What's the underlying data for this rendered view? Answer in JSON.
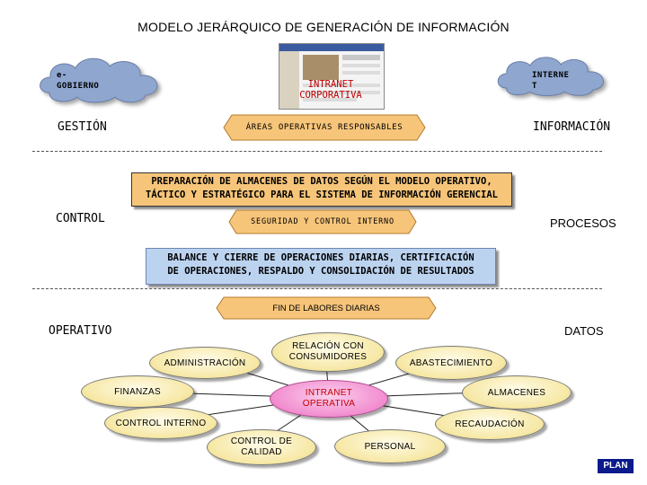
{
  "title": "MODELO JERÁRQUICO DE GENERACIÓN DE INFORMACIÓN",
  "top": {
    "cloud_left": "e-\nGOBIERNO",
    "cloud_right": "INTERNE\nT",
    "intranet_corporativa": "INTRANET\nCORPORATIVA",
    "gestion": "GESTIÓN",
    "informacion": "INFORMACIÓN",
    "areas": "ÁREAS OPERATIVAS RESPONSABLES"
  },
  "middle": {
    "preparacion": "PREPARACIÓN DE ALMACENES DE DATOS SEGÚN EL MODELO OPERATIVO,\nTÁCTICO Y ESTRATÉGICO PARA EL SISTEMA DE INFORMACIÓN GERENCIAL",
    "control": "CONTROL",
    "seguridad": "SEGURIDAD Y CONTROL INTERNO",
    "procesos": "PROCESOS",
    "balance": "BALANCE Y CIERRE DE OPERACIONES DIARIAS, CERTIFICACIÓN\nDE OPERACIONES, RESPALDO Y CONSOLIDACIÓN DE RESULTADOS"
  },
  "bottom": {
    "fin": "FIN DE LABORES DIARIAS",
    "operativo": "OPERATIVO",
    "datos": "DATOS",
    "center": "INTRANET\nOPERATIVA",
    "nodes": {
      "administracion": "ADMINISTRACIÓN",
      "relacion": "RELACIÓN CON\nCONSUMIDORES",
      "abastecimiento": "ABASTECIMIENTO",
      "finanzas": "FINANZAS",
      "almacenes": "ALMACENES",
      "control_interno": "CONTROL INTERNO",
      "recaudacion": "RECAUDACIÓN",
      "control_calidad": "CONTROL DE\nCALIDAD",
      "personal": "PERSONAL"
    }
  },
  "plan_button": "PLAN",
  "colors": {
    "cloud": "#8fa6cf",
    "hex_fill": "#f6c57a",
    "blue_box": "#bcd3f0",
    "center_ellipse": "#f28ccf",
    "plan": "#0b1b8c",
    "red_text": "#c00000"
  }
}
